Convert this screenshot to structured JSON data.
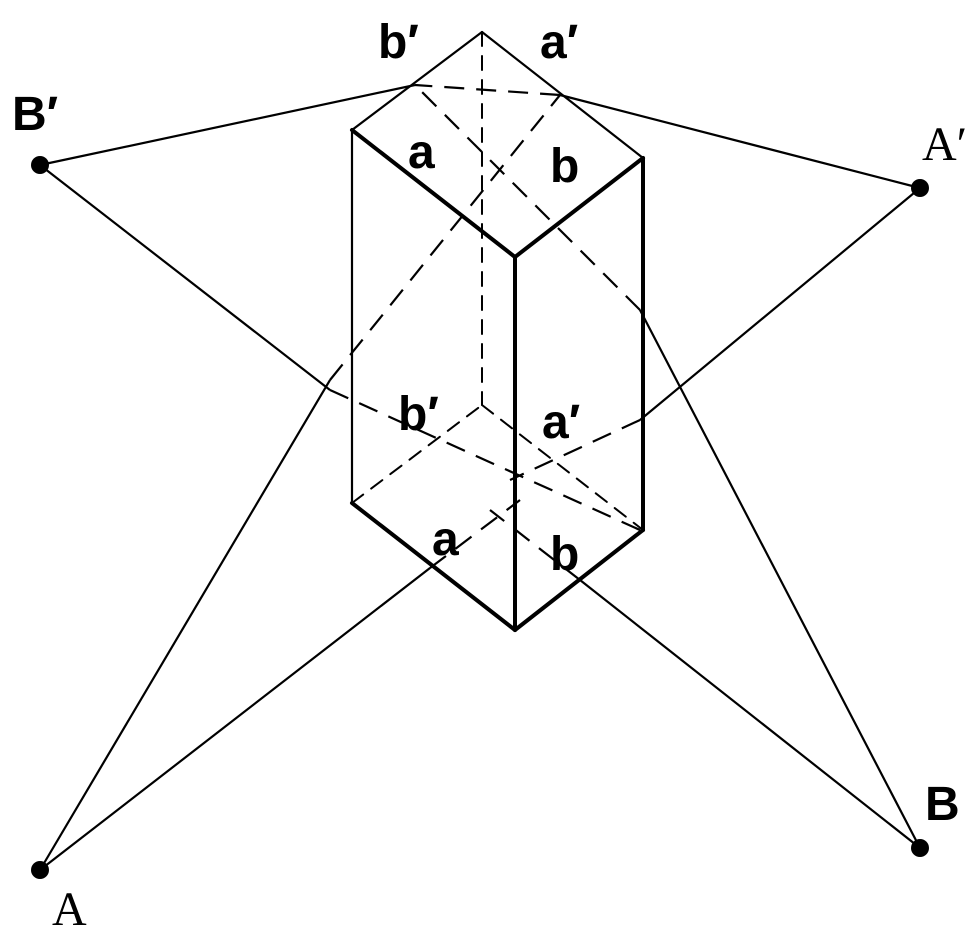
{
  "diagram": {
    "point_labels": {
      "A": "A",
      "B": "B",
      "A_prime": "A′",
      "B_prime": "B′"
    },
    "face_labels": {
      "top_a": "a",
      "top_b": "b",
      "top_a_prime": "a′",
      "top_b_prime": "b′",
      "bottom_a": "a",
      "bottom_b": "b",
      "bottom_a_prime": "a′",
      "bottom_b_prime": "b′"
    }
  }
}
